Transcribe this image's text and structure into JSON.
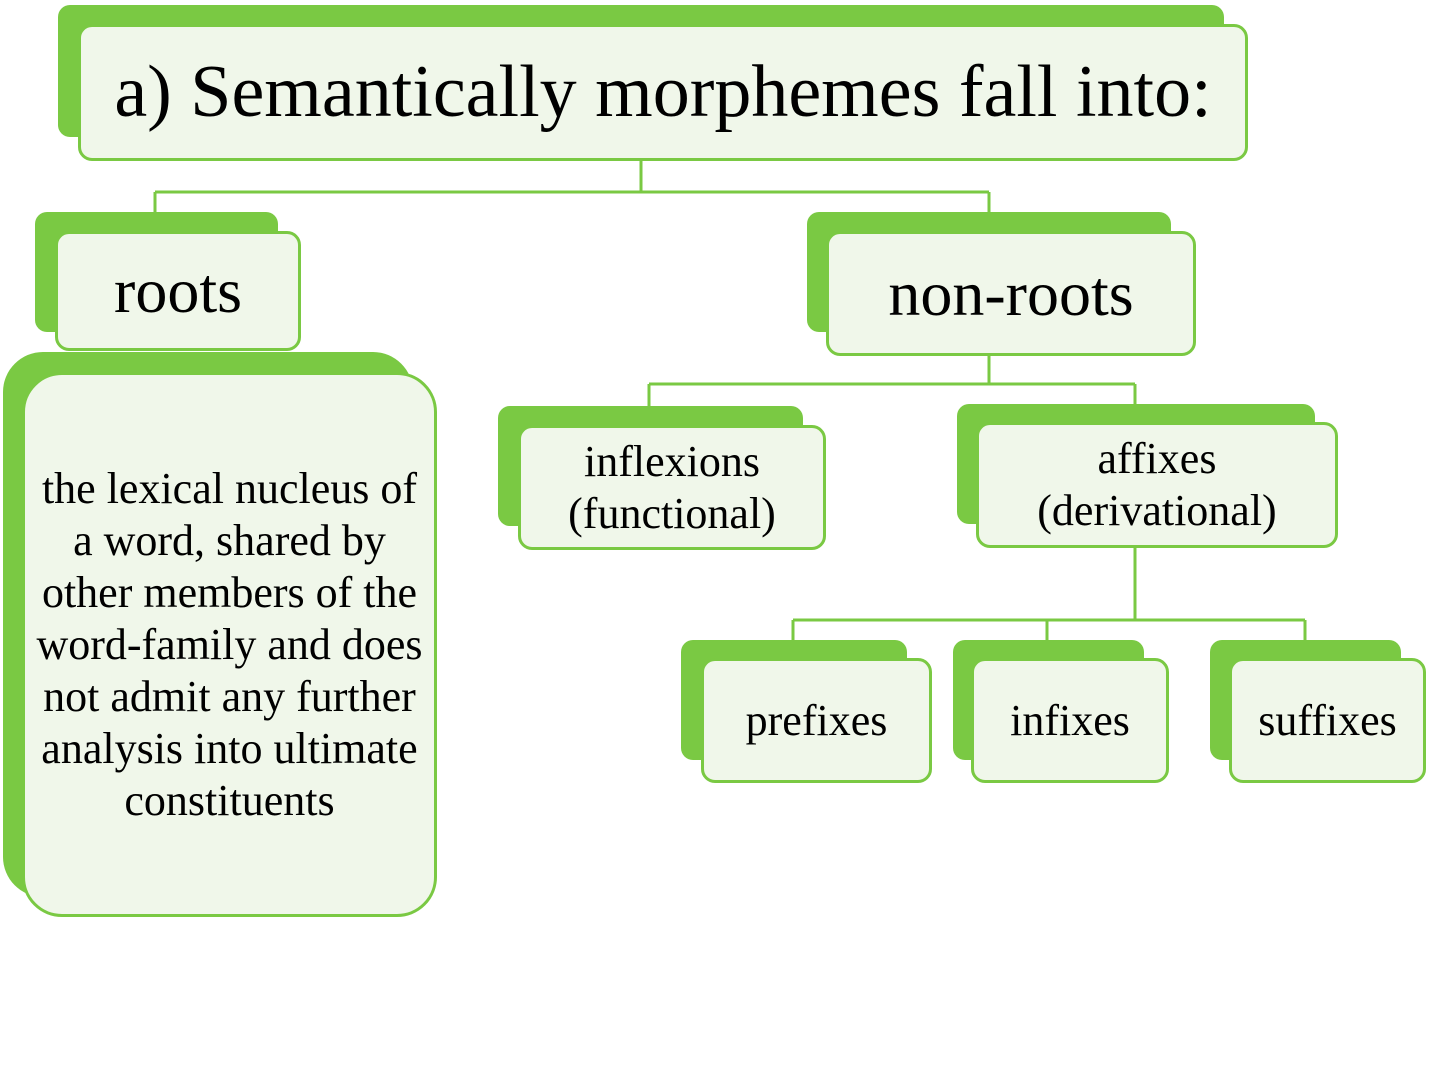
{
  "diagram": {
    "title": "a) Semantically morphemes fall into:",
    "roots": "roots",
    "roots_description": "the lexical nucleus of a word, shared by other members of the word-family and does not admit any further analysis into ultimate constituents",
    "non_roots": "non-roots",
    "inflexions": "inflexions (functional)",
    "affixes": "affixes (derivational)",
    "prefixes": "prefixes",
    "infixes": "infixes",
    "suffixes": "suffixes"
  },
  "colors": {
    "accent": "#7ac943",
    "box_fill": "#f0f7ea"
  }
}
